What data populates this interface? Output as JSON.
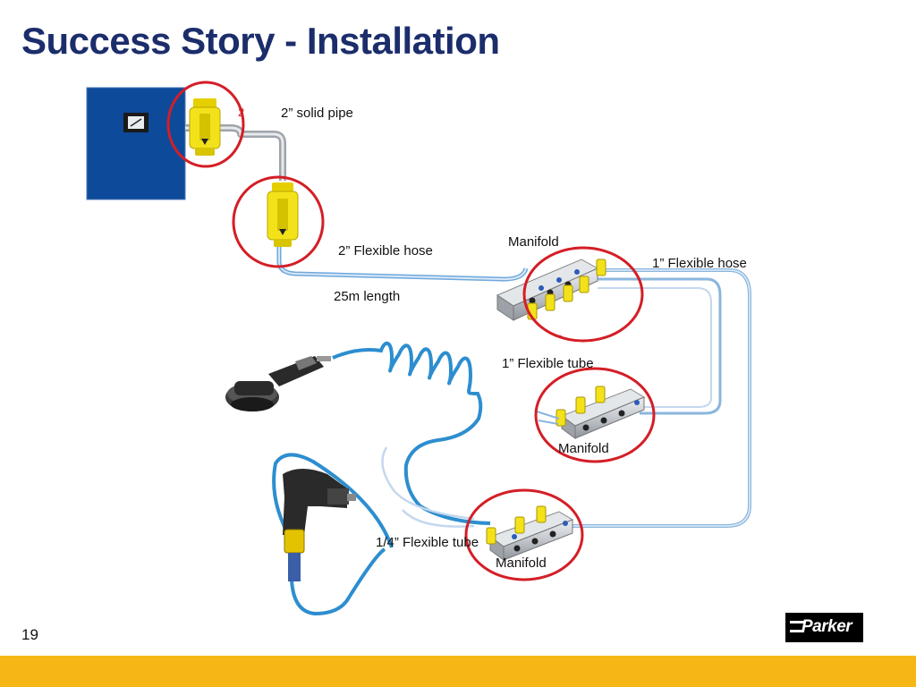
{
  "slide": {
    "title": "Success Story - Installation",
    "page_number": "19"
  },
  "diagram": {
    "labels": {
      "top_filter_mark": "2",
      "solid_pipe": "2” solid pipe",
      "flexible_hose_2in": "2” Flexible hose",
      "length": "25m length",
      "manifold_top": "Manifold",
      "flexible_hose_1in": "1” Flexible hose",
      "flexible_tube_1in": "1” Flexible tube",
      "manifold_middle": "Manifold",
      "flexible_tube_quarter": "1/4” Flexible tube",
      "manifold_bottom": "Manifold"
    },
    "colors": {
      "panel": "#0d4a9a",
      "filter": "#f3e21a",
      "highlight_circle": "#d41e26",
      "hose": "#6fa8dc",
      "tube": "#c4d7ee",
      "manifold": "#c8cbd0"
    },
    "icons": [
      "gauge-icon",
      "angle-grinder-icon",
      "impact-wrench-icon"
    ]
  },
  "footer": {
    "logo_text": "Parker",
    "bar_color": "#f6b716"
  }
}
